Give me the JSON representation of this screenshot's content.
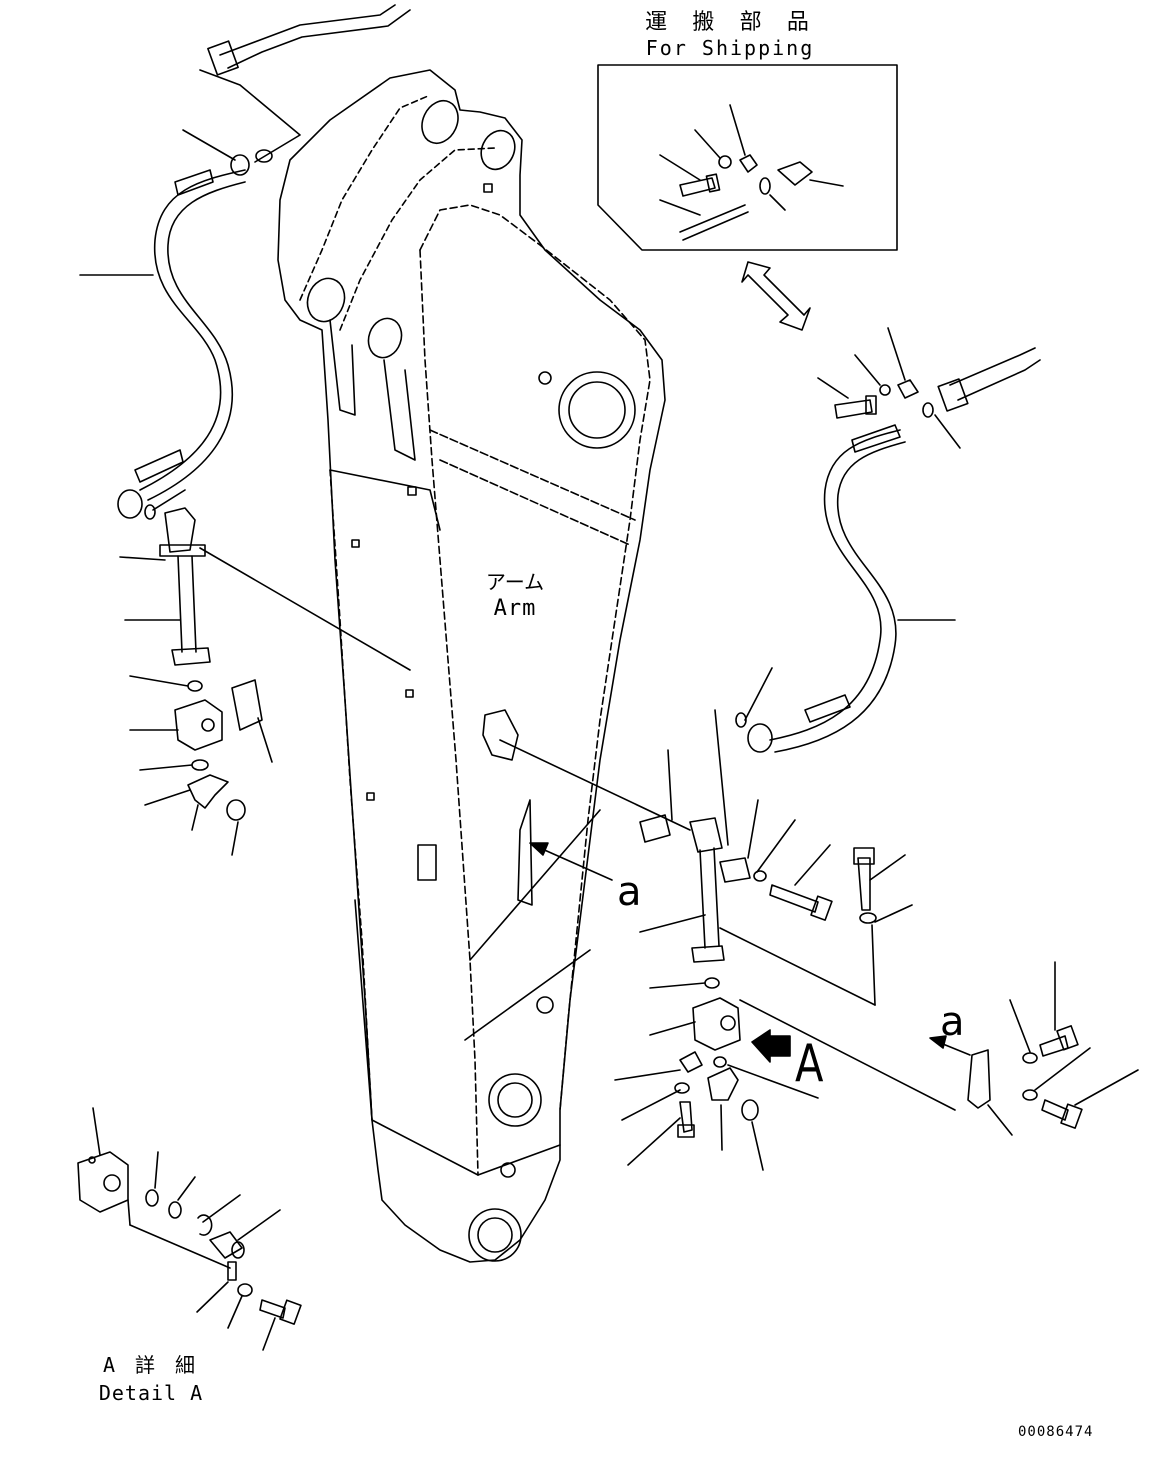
{
  "labels": {
    "shipping_jp": "運 搬 部 品",
    "shipping_en": "For Shipping",
    "arm_jp": "アーム",
    "arm_en": "Arm",
    "view_a": "A",
    "ref_a_arm": "a",
    "ref_a_bracket": "a",
    "detail_jp": "A 詳 細",
    "detail_en": "Detail A",
    "drawing_code": "00086474"
  }
}
